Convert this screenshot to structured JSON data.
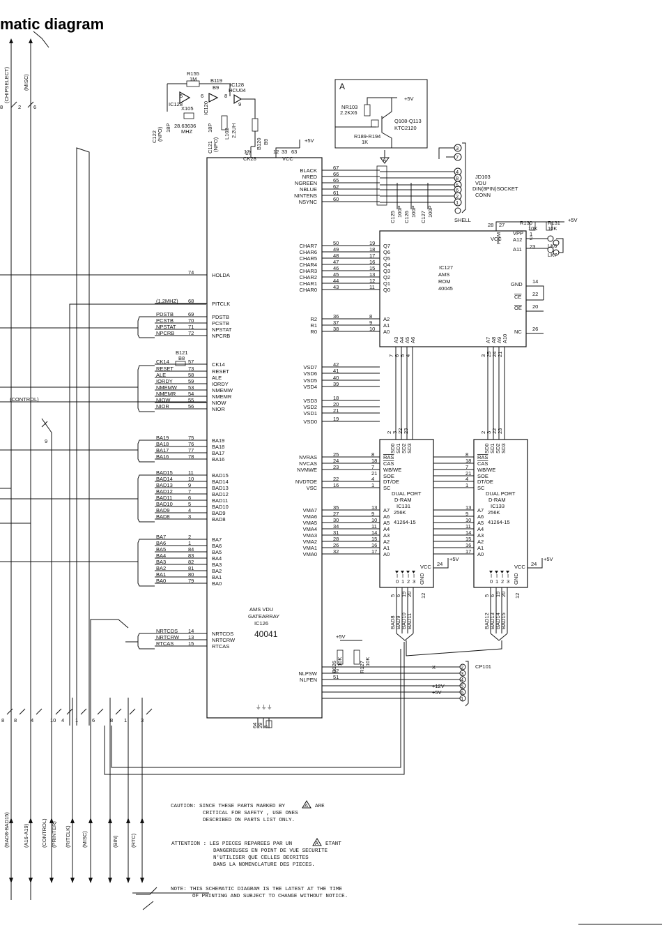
{
  "title": "matic diagram",
  "left_buses": {
    "top_labels": [
      "(CHIPSELECT)",
      "(MISC)"
    ],
    "top_counts": [
      "8",
      "2",
      "6"
    ],
    "control_label": "(CONTROL)",
    "control_count": "9",
    "bottom_counts": [
      "8",
      "8",
      "4",
      "10",
      "4",
      "1",
      "6",
      "8",
      "1",
      "3"
    ],
    "bottom_labels": [
      "(BAD8-BAD15)",
      "(A16-A19)",
      "(CONTROL)",
      "(PRINTER)",
      "(RITCLK)",
      "(MISC)",
      "(BIN)",
      "(RTC)"
    ]
  },
  "oscillator": {
    "r155": "R155",
    "r155_val": "1M",
    "b119": "B119",
    "b119_val": "B9",
    "ic128": "IC128",
    "ic128_type": "HCU04",
    "ic128_pin": "IC128",
    "pins": [
      "5",
      "6",
      "8",
      "9"
    ],
    "x105": "X105",
    "x105_freq": "28.63636",
    "x105_unit": "MHZ",
    "ic120": "IC120",
    "c122": "C122",
    "c122_type": "(NPO)",
    "c122_val": "18P",
    "c121": "C121",
    "c121_type": "(NPO)",
    "c121_val": "18P",
    "l102": "L102",
    "l102_val": "2.2UH",
    "b120": "B120",
    "b120_val": "B9",
    "ck_pin": "17"
  },
  "detail_a": {
    "label": "A",
    "resistor": "NR103",
    "resistor_val": "2.2KX6",
    "plus5": "+5V",
    "transistor": "Q108-Q113",
    "transistor_type": "KTC2120",
    "res2": "R189-R194",
    "res2_val": "1K"
  },
  "gatearray": {
    "name": "AMS VDU",
    "name2": "GATEARRAY",
    "ref": "IC126",
    "part": "40041",
    "top_pins": [
      "CK28",
      "VCC"
    ],
    "top_nums": [
      "17",
      "12",
      "33",
      "63"
    ],
    "plus5": "+5V",
    "left_pins": [
      {
        "name": "HOLDA",
        "num": "74",
        "net": "HOLDA"
      },
      {
        "name": "PITCLK",
        "num": "68",
        "net": "(1.2MHZ)"
      },
      {
        "name": "PDSTB",
        "num": "69",
        "net": "PDSTB"
      },
      {
        "name": "PCSTB",
        "num": "70",
        "net": "PCSTB"
      },
      {
        "name": "NPSTAT",
        "num": "71",
        "net": "NPSTAT"
      },
      {
        "name": "NPCRB",
        "num": "72",
        "net": "NPCRB"
      },
      {
        "name": "CK14",
        "num": "57",
        "net": "CK14"
      },
      {
        "name": "RESET",
        "num": "73",
        "net": "RESET"
      },
      {
        "name": "ALE",
        "num": "58",
        "net": "ALE"
      },
      {
        "name": "IORDY",
        "num": "59",
        "net": "IORDY"
      },
      {
        "name": "NMEMW",
        "num": "53",
        "net": "NMEMW"
      },
      {
        "name": "NMEMR",
        "num": "54",
        "net": "NMEMR"
      },
      {
        "name": "NIOW",
        "num": "55",
        "net": "NIOW"
      },
      {
        "name": "NIOR",
        "num": "56",
        "net": "NIOR"
      },
      {
        "name": "BA19",
        "num": "75",
        "net": "BA19"
      },
      {
        "name": "BA18",
        "num": "76",
        "net": "BA18"
      },
      {
        "name": "BA17",
        "num": "77",
        "net": "BA17"
      },
      {
        "name": "BA16",
        "num": "78",
        "net": "BA16"
      },
      {
        "name": "BAD15",
        "num": "11",
        "net": "BAD15"
      },
      {
        "name": "BAD14",
        "num": "10",
        "net": "BAD14"
      },
      {
        "name": "BAD13",
        "num": "9",
        "net": "BAD13"
      },
      {
        "name": "BAD12",
        "num": "7",
        "net": "BAD12"
      },
      {
        "name": "BAD11",
        "num": "6",
        "net": "BAD11"
      },
      {
        "name": "BAD10",
        "num": "5",
        "net": "BAD10"
      },
      {
        "name": "BAD9",
        "num": "4",
        "net": "BAD9"
      },
      {
        "name": "BAD8",
        "num": "3",
        "net": "BAD8"
      },
      {
        "name": "BA7",
        "num": "2",
        "net": "BA7"
      },
      {
        "name": "BA6",
        "num": "1",
        "net": "BA6"
      },
      {
        "name": "BA5",
        "num": "84",
        "net": "BA5"
      },
      {
        "name": "BA4",
        "num": "83",
        "net": "BA4"
      },
      {
        "name": "BA3",
        "num": "82",
        "net": "BA3"
      },
      {
        "name": "BA2",
        "num": "81",
        "net": "BA2"
      },
      {
        "name": "BA1",
        "num": "80",
        "net": "BA1"
      },
      {
        "name": "BA0",
        "num": "79",
        "net": "BA0"
      },
      {
        "name": "NRTCDS",
        "num": "14",
        "net": "NRTCDS"
      },
      {
        "name": "NRTCRW",
        "num": "13",
        "net": "NRTCRW"
      },
      {
        "name": "RTCAS",
        "num": "15",
        "net": "RTCAS"
      }
    ],
    "b121": "B121",
    "b121_val": "B8",
    "right_pins": [
      {
        "name": "BLACK",
        "num": "67"
      },
      {
        "name": "NRED",
        "num": "66"
      },
      {
        "name": "NGREEN",
        "num": "65"
      },
      {
        "name": "NBLUE",
        "num": "62"
      },
      {
        "name": "NINTENS",
        "num": "61"
      },
      {
        "name": "NSYNC",
        "num": "60"
      },
      {
        "name": "CHAR7",
        "num": "50"
      },
      {
        "name": "CHAR6",
        "num": "49"
      },
      {
        "name": "CHAR5",
        "num": "48"
      },
      {
        "name": "CHAR4",
        "num": "47"
      },
      {
        "name": "CHAR3",
        "num": "46"
      },
      {
        "name": "CHAR2",
        "num": "45"
      },
      {
        "name": "CHAR1",
        "num": "44"
      },
      {
        "name": "CHAR0",
        "num": "43"
      },
      {
        "name": "R2",
        "num": "36"
      },
      {
        "name": "R1",
        "num": "37"
      },
      {
        "name": "R0",
        "num": "38"
      },
      {
        "name": "VSD7",
        "num": "42"
      },
      {
        "name": "VSD6",
        "num": "41"
      },
      {
        "name": "VSD5",
        "num": "40"
      },
      {
        "name": "VSD4",
        "num": "39"
      },
      {
        "name": "VSD3",
        "num": "18"
      },
      {
        "name": "VSD2",
        "num": "20"
      },
      {
        "name": "VSD1",
        "num": "21"
      },
      {
        "name": "VSD0",
        "num": "19"
      },
      {
        "name": "NVRAS",
        "num": "25"
      },
      {
        "name": "NVCAS",
        "num": "24"
      },
      {
        "name": "NVMWE",
        "num": "23"
      },
      {
        "name": "NVDTOE",
        "num": "22"
      },
      {
        "name": "VSC",
        "num": "16"
      },
      {
        "name": "VMA7",
        "num": "35"
      },
      {
        "name": "VMA6",
        "num": "27"
      },
      {
        "name": "VMA5",
        "num": "30"
      },
      {
        "name": "VMA4",
        "num": "34"
      },
      {
        "name": "VMA3",
        "num": "31"
      },
      {
        "name": "VMA2",
        "num": "28"
      },
      {
        "name": "VMA1",
        "num": "26"
      },
      {
        "name": "VMA0",
        "num": "32"
      },
      {
        "name": "NLPSW",
        "num": "52"
      },
      {
        "name": "NLPEN",
        "num": "51"
      }
    ],
    "bottom_nums": [
      "64",
      "29",
      "8"
    ],
    "bottom_gnd": [
      "⏚",
      "⏚",
      "⏚"
    ]
  },
  "rom": {
    "ref": "IC127",
    "name": "AMS",
    "type": "ROM",
    "part": "40045",
    "top_pins": [
      "VCC",
      "PGM",
      "VPP",
      "A12",
      "A11"
    ],
    "top_nums": [
      "28",
      "27",
      "1",
      "2",
      "23"
    ],
    "data_pins": [
      "Q7",
      "Q6",
      "Q5",
      "Q4",
      "Q3",
      "Q2",
      "Q1",
      "Q0"
    ],
    "data_nums": [
      "19",
      "18",
      "17",
      "16",
      "15",
      "13",
      "12",
      "11"
    ],
    "addr_pins": [
      "A2",
      "A1",
      "A0"
    ],
    "addr_nums": [
      "8",
      "9",
      "10"
    ],
    "right_pins": [
      "GND",
      "CE",
      "OE",
      "NC"
    ],
    "right_nums": [
      "14",
      "22",
      "20",
      "26"
    ],
    "bottom_pins": [
      "A3",
      "A4",
      "A5",
      "A6",
      "A7",
      "A8",
      "A9",
      "A10"
    ],
    "bottom_nums": [
      "7",
      "6",
      "5",
      "4",
      "3",
      "25",
      "24",
      "21"
    ],
    "r130": "R130",
    "r130_val": "10K",
    "r131": "R131",
    "r131_val": "10K",
    "plus5": "+5V",
    "lk6": "LK6",
    "lk7": "LK7"
  },
  "connector_jd103": {
    "ref": "JD103",
    "l1": "VDU",
    "l2": "DIN(8PIN)SOCKET",
    "l3": "CONN",
    "pins": [
      "3",
      "7",
      "4",
      "8",
      "5",
      "6",
      "2",
      "1"
    ],
    "shell": "SHELL",
    "caps": [
      "C125",
      "C126",
      "C127"
    ],
    "cap_val": "100P",
    "detail_marker": "A"
  },
  "dram1": {
    "ref": "IC131",
    "l1": "DUAL PORT",
    "l2": "D-RAM",
    "size": "256K",
    "part": "41264-15",
    "sio": [
      "SD0",
      "SD1",
      "SD2",
      "SD3"
    ],
    "sio_nums": [
      "2",
      "3",
      "22",
      "23"
    ],
    "ctl_pins": [
      "RAS",
      "CAS",
      "WB/WE",
      "SOE",
      "DT/OE",
      "SC"
    ],
    "ctl_nums": [
      "8",
      "18",
      "7",
      "21",
      "4",
      "1"
    ],
    "addr_pins": [
      "A7",
      "A6",
      "A5",
      "A4",
      "A3",
      "A2",
      "A1",
      "A0"
    ],
    "addr_nums": [
      "13",
      "9",
      "10",
      "11",
      "14",
      "15",
      "16",
      "17"
    ],
    "io": [
      "I",
      "I",
      "I",
      "I"
    ],
    "io_nums": [
      "0",
      "1",
      "2",
      "3"
    ],
    "vcc": "VCC",
    "vcc_num": "24",
    "gnd": "GND",
    "gnd_num": "12",
    "bot_nums": [
      "5",
      "6",
      "19",
      "20"
    ],
    "bot_bus": [
      "BAD8",
      "BAD9",
      "BAD10",
      "BAD11"
    ],
    "plus5": "+5V"
  },
  "dram2": {
    "ref": "IC133",
    "l1": "DUAL PORT",
    "l2": "D-RAM",
    "size": "256K",
    "part": "41264-15",
    "sio": [
      "SD0",
      "SD1",
      "SD2",
      "SD3"
    ],
    "sio_nums": [
      "2",
      "3",
      "22",
      "23"
    ],
    "ctl_pins": [
      "RAS",
      "CAS",
      "WB/WE",
      "SOE",
      "DT/OE",
      "SC"
    ],
    "ctl_nums": [
      "8",
      "18",
      "7",
      "21",
      "4",
      "1"
    ],
    "addr_pins": [
      "A7",
      "A6",
      "A5",
      "A4",
      "A3",
      "A2",
      "A1",
      "A0"
    ],
    "addr_nums": [
      "13",
      "9",
      "10",
      "11",
      "14",
      "15",
      "16",
      "17"
    ],
    "io": [
      "I",
      "I",
      "I",
      "I"
    ],
    "io_nums": [
      "0",
      "1",
      "2",
      "3"
    ],
    "vcc": "VCC",
    "vcc_num": "24",
    "gnd": "GND",
    "gnd_num": "12",
    "bot_nums": [
      "5",
      "6",
      "19",
      "20"
    ],
    "bot_bus": [
      "BAD12",
      "BAD13",
      "BAD14",
      "BAD15"
    ],
    "plus5": "+5V"
  },
  "lightpen": {
    "plus5": "+5V",
    "r126": "R126",
    "r126_val": "10K",
    "r127": "R127",
    "r127_val": "10K",
    "cp101": "CP101",
    "cp_pins": [
      "2",
      "3",
      "4",
      "5",
      "6",
      "1"
    ],
    "cp_nets": [
      "X",
      "",
      "",
      "+12V",
      "+5V",
      ""
    ]
  },
  "notes": {
    "caution": [
      "CAUTION:  SINCE THESE PARTS MARKED BY",
      "ARE",
      "CRITICAL FOR SAFETY , USE ONES",
      "DESCRIBED ON PARTS LIST ONLY."
    ],
    "attention": [
      "ATTENTION :  LES PIECES REPAREES PAR UN",
      "ETANT",
      "DANGEREUSES EN POINT DE VUE SECURITE",
      "N'UTILISER QUE CELLES DECRITES",
      "DANS LA NOMENCLATURE DES PIECES."
    ],
    "note": [
      "NOTE:  THIS SCHEMATIC DIAGRAM IS THE LATEST AT THE TIME",
      "OF PRINTING AND SUBJECT TO CHANGE WITHOUT NOTICE."
    ],
    "warn_symbol": "A"
  }
}
